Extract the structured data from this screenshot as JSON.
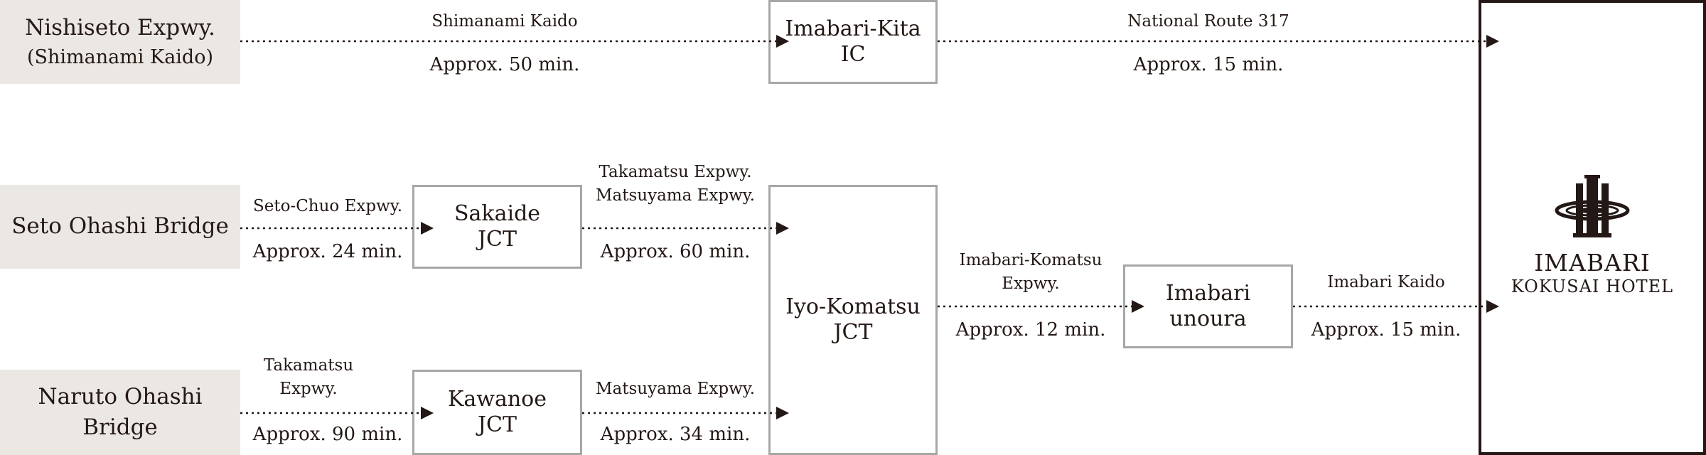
{
  "origins": {
    "nishiseto": {
      "line1": "Nishiseto Expwy.",
      "line2": "(Shimanami Kaido)"
    },
    "seto": {
      "label": "Seto Ohashi Bridge"
    },
    "naruto": {
      "label": "Naruto Ohashi Bridge"
    }
  },
  "nodes": {
    "imabari_kita": {
      "line1": "Imabari-Kita",
      "line2": "IC"
    },
    "sakaide": {
      "line1": "Sakaide",
      "line2": "JCT"
    },
    "kawanoe": {
      "line1": "Kawanoe",
      "line2": "JCT"
    },
    "iyo_komatsu": {
      "line1": "Iyo-Komatsu",
      "line2": "JCT"
    },
    "imabari_unoura": {
      "line1": "Imabari",
      "line2": "unoura"
    }
  },
  "hotel": {
    "name": "IMABARI",
    "subname": "KOKUSAI HOTEL"
  },
  "routes": {
    "r1": {
      "road": "Shimanami Kaido",
      "time": "Approx. 50 min."
    },
    "r2": {
      "road": "National Route 317",
      "time": "Approx. 15 min."
    },
    "r3": {
      "road": "Seto-Chuo Expwy.",
      "time": "Approx. 24 min."
    },
    "r4": {
      "road_line1": "Takamatsu Expwy.",
      "road_line2": "Matsuyama Expwy.",
      "time": "Approx. 60 min."
    },
    "r5": {
      "road_line1": "Takamatsu",
      "road_line2": "Expwy.",
      "time": "Approx. 90 min."
    },
    "r6": {
      "road": "Matsuyama Expwy.",
      "time": "Approx. 34 min."
    },
    "r7": {
      "road_line1": "Imabari-Komatsu",
      "road_line2": "Expwy.",
      "time": "Approx. 12 min."
    },
    "r8": {
      "road": "Imabari Kaido",
      "time": "Approx. 15 min."
    }
  },
  "colors": {
    "ink": "#231815",
    "box_border": "#a7a7a7",
    "origin_bg": "#ebe8e4"
  }
}
